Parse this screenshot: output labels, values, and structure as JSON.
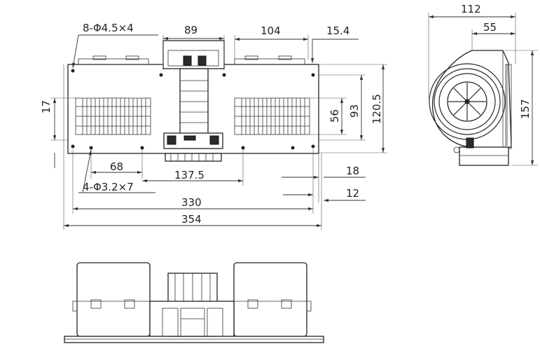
{
  "dimensions": {
    "top_holes": "8-Φ4.5×4",
    "d89": "89",
    "d104": "104",
    "d15_4": "15.4",
    "d17": "17",
    "d56": "56",
    "d93": "93",
    "d120_5": "120.5",
    "d68": "68",
    "d137_5": "137.5",
    "d18": "18",
    "bottom_holes": "4-Φ3.2×7",
    "d12": "12",
    "d330": "330",
    "d354": "354",
    "d112": "112",
    "d55": "55",
    "d157": "157"
  },
  "colors": {
    "line": "#2a2a2a",
    "fill_dark": "#2b2b2b"
  }
}
